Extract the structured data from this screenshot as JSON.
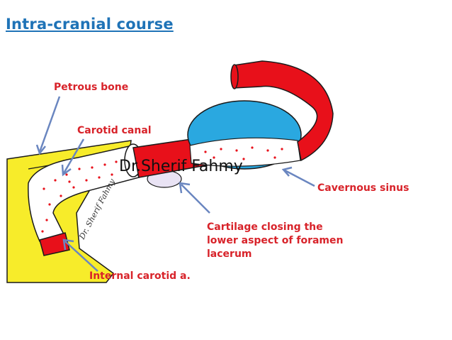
{
  "slide": {
    "title": "Intra-cranial course",
    "watermark": "Dr.Sherif Fahmy",
    "handwritten_note": "Dr. Sherif Fahmy",
    "labels": {
      "petrous_bone": "Petrous bone",
      "carotid_canal": "Carotid canal",
      "cavernous_sinus": "Cavernous sinus",
      "cartilage_line1": "Cartilage closing the",
      "cartilage_line2": "lower aspect of foramen",
      "cartilage_line3": "lacerum",
      "internal_carotid": "Internal carotid a."
    }
  },
  "colors": {
    "title": "#1f73b7",
    "labels": "#d8232a",
    "bone_yellow": "#f7ec2a",
    "artery_red": "#e8101a",
    "sinus_blue": "#2aa8e0",
    "arrow_blue": "#6a86c0"
  }
}
